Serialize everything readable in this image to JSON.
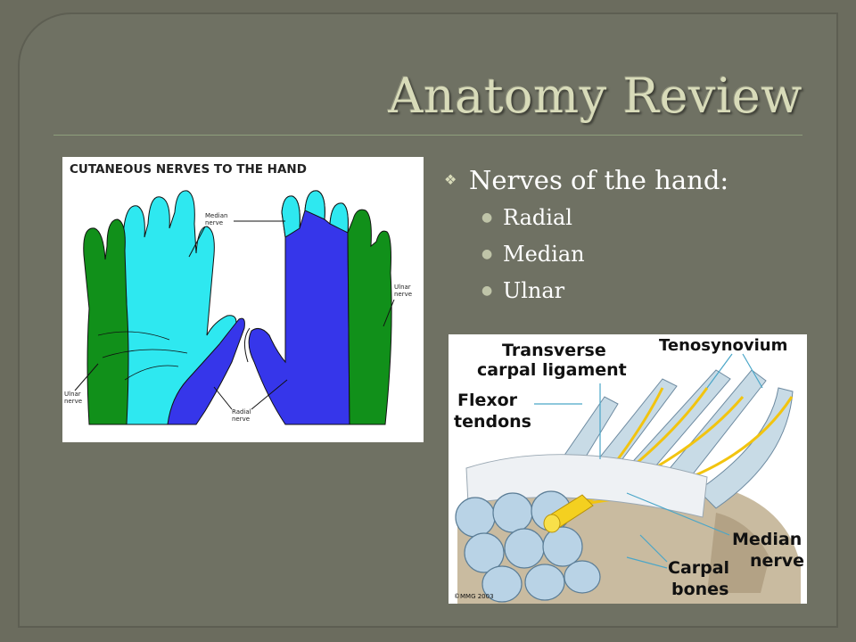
{
  "slide": {
    "title": "Anatomy Review",
    "bullet_main": "Nerves of the hand:",
    "sub_bullets": [
      "Radial",
      "Median",
      "Ulnar"
    ]
  },
  "hands_figure": {
    "heading": "CUTANEOUS NERVES TO THE HAND",
    "label_median": [
      "Median",
      "nerve"
    ],
    "label_ulnar_right": [
      "Ulnar",
      "nerve"
    ],
    "label_ulnar_left": [
      "Ulnar",
      "nerve"
    ],
    "label_radial": [
      "Radial",
      "nerve"
    ],
    "colors": {
      "ulnar": "#11901a",
      "median": "#2ee8f0",
      "radial": "#3636ea"
    }
  },
  "carpal_figure": {
    "label_transverse": [
      "Transverse",
      "carpal ligament"
    ],
    "label_tenosynovium": "Tenosynovium",
    "label_flexor": [
      "Flexor",
      "tendons"
    ],
    "label_median": [
      "Median",
      "nerve"
    ],
    "label_carpal": [
      "Carpal",
      "bones"
    ],
    "copyright": "©MMG 2003"
  }
}
